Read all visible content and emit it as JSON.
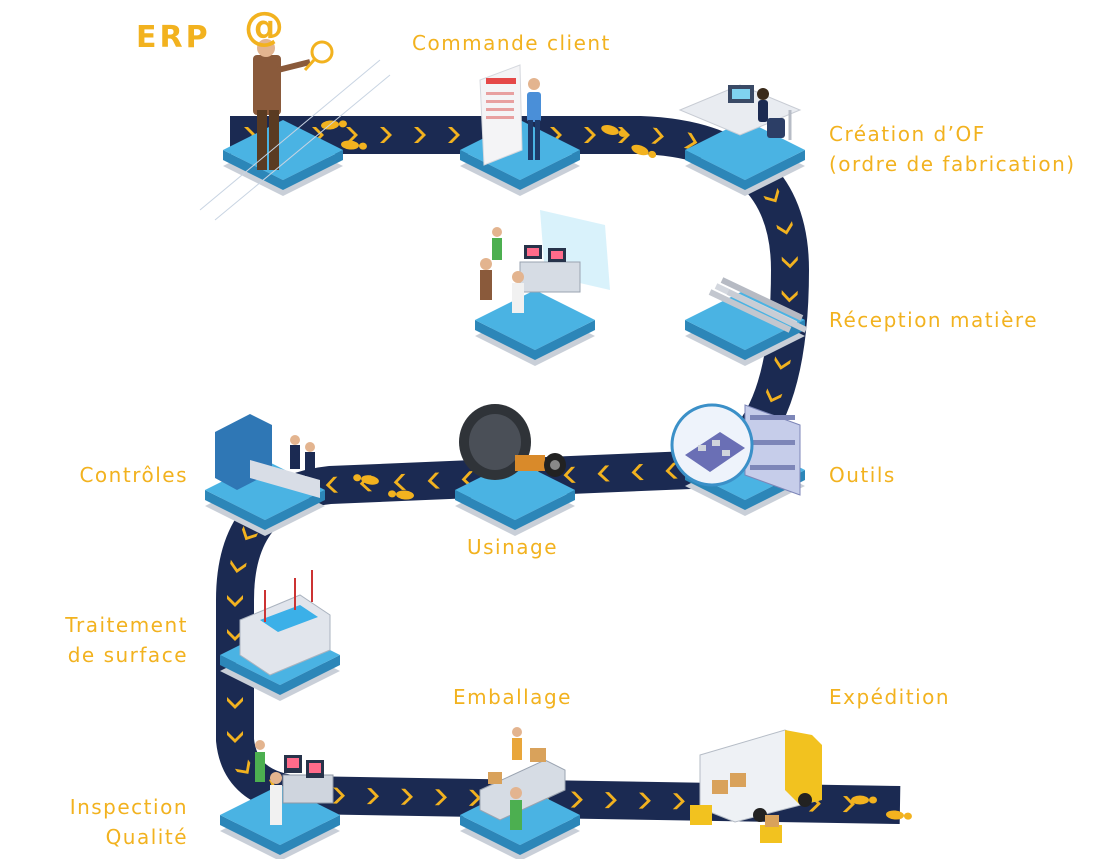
{
  "header": {
    "erp_label": "ERP",
    "at_symbol": "@"
  },
  "steps": [
    {
      "id": "commande",
      "label": "Commande client"
    },
    {
      "id": "creation",
      "line1": "Création d’OF",
      "line2": "(ordre de fabrication)"
    },
    {
      "id": "reception",
      "label": "Réception matière"
    },
    {
      "id": "outils",
      "label": "Outils"
    },
    {
      "id": "usinage",
      "label": "Usinage"
    },
    {
      "id": "controles",
      "label": "Contrôles"
    },
    {
      "id": "traitement",
      "line1": "Traitement",
      "line2": "de surface"
    },
    {
      "id": "inspection",
      "line1": "Inspection",
      "line2": "Qualité"
    },
    {
      "id": "emballage",
      "label": "Emballage"
    },
    {
      "id": "expedition",
      "label": "Expédition"
    }
  ],
  "colors": {
    "path": "#1b2a52",
    "chevron": "#f2b21f",
    "label": "#f2b21f",
    "platform_top": "#4ab3e3",
    "platform_side": "#2c86b8",
    "platform_base": "#c9cfd8"
  },
  "icons": [
    "erp-analyst-icon",
    "customer-order-icon",
    "office-desk-icon",
    "raw-material-icon",
    "tool-storage-icon",
    "machining-icon",
    "control-room-icon",
    "inspection-conveyor-icon",
    "surface-treatment-icon",
    "quality-inspection-icon",
    "packing-icon",
    "delivery-truck-icon"
  ]
}
